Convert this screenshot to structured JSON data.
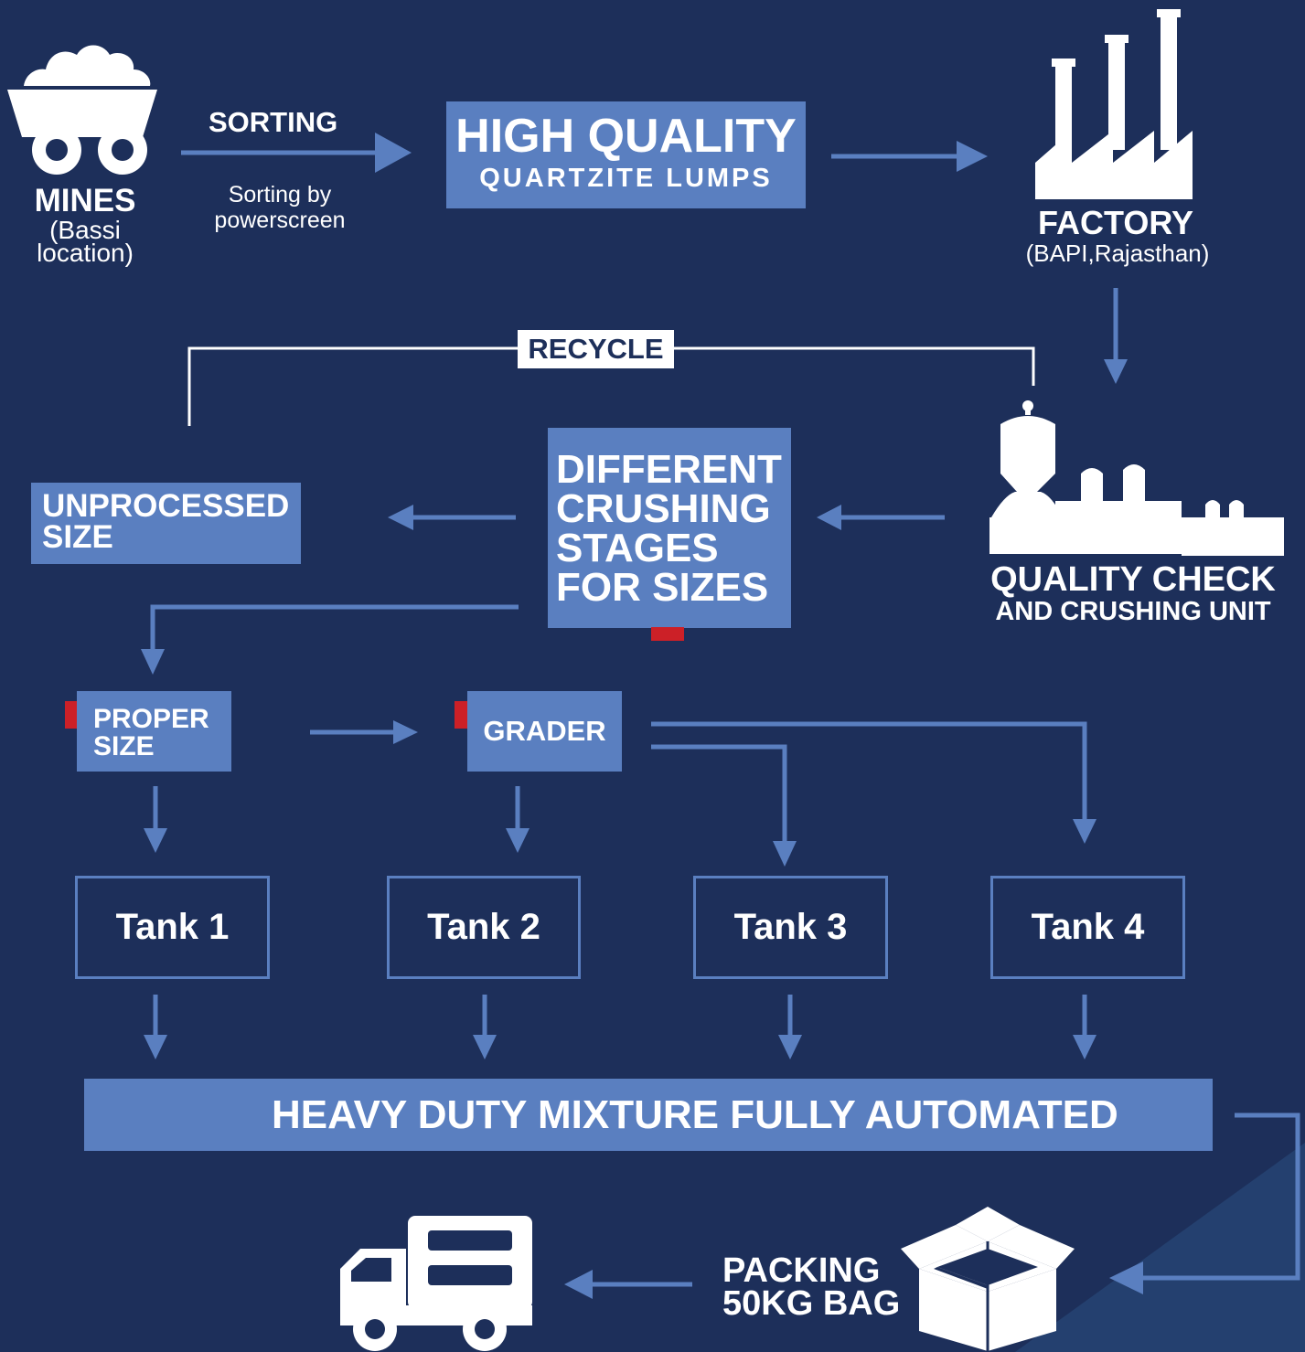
{
  "colors": {
    "background": "#1d2f5a",
    "accent": "#5a7fc0",
    "marker": "#cc2027",
    "text": "#ffffff"
  },
  "mines": {
    "title": "MINES",
    "sub1": "(Bassi",
    "sub2": "location)",
    "icon": "mine-cart-icon"
  },
  "sorting": {
    "label": "SORTING",
    "sub1": "Sorting by",
    "sub2": "powerscreen"
  },
  "quartzite": {
    "line1": "HIGH QUALITY",
    "line2": "QUARTZITE LUMPS"
  },
  "factory": {
    "title": "FACTORY",
    "sub": "(BAPI,Rajasthan)",
    "icon": "factory-icon"
  },
  "recycle": {
    "label": "RECYCLE"
  },
  "quality": {
    "line1": "QUALITY CHECK",
    "line2": "AND CRUSHING UNIT",
    "icon": "crushing-plant-icon"
  },
  "crushing": {
    "lines": [
      "DIFFERENT",
      "CRUSHING",
      "STAGES",
      "FOR SIZES"
    ]
  },
  "unprocessed": {
    "line1": "UNPROCESSED",
    "line2": "SIZE"
  },
  "proper": {
    "line1": "PROPER",
    "line2": "SIZE"
  },
  "grader": {
    "label": "GRADER"
  },
  "tanks": [
    "Tank 1",
    "Tank 2",
    "Tank 3",
    "Tank 4"
  ],
  "mixture": {
    "label": "HEAVY DUTY MIXTURE FULLY AUTOMATED"
  },
  "packing": {
    "line1": "PACKING",
    "line2": "50KG BAG",
    "icon": "box-icon"
  },
  "delivery": {
    "icon": "truck-icon"
  }
}
